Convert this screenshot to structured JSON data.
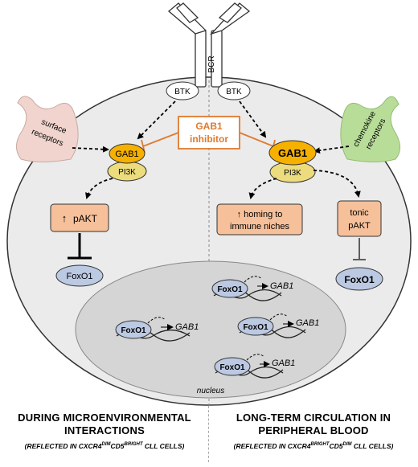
{
  "receptor": {
    "bcr": "BCR",
    "btk_left": "BTK",
    "btk_right": "BTK"
  },
  "inhibitor": {
    "line1": "GAB1",
    "line2": "inhibitor",
    "color": "#e07a2e"
  },
  "surface_receptors": {
    "line1": "surface",
    "line2": "receptors"
  },
  "chemokine_receptors": {
    "line1": "chemokine",
    "line2": "receptors"
  },
  "left": {
    "gab1": "GAB1",
    "pi3k": "PI3K",
    "pakt_arrow": "↑",
    "pakt": "pAKT",
    "foxo1": "FoxO1",
    "nucleus_foxo1": "FoxO1",
    "nucleus_gene": "GAB1"
  },
  "right": {
    "gab1": "GAB1",
    "pi3k": "PI3K",
    "homing_line1": "↑ homing to",
    "homing_line2": "immune niches",
    "tonic_line1": "tonic",
    "tonic_line2": "pAKT",
    "foxo1": "FoxO1",
    "nucleus_items": [
      {
        "foxo1": "FoxO1",
        "gene": "GAB1"
      },
      {
        "foxo1": "FoxO1",
        "gene": "GAB1"
      },
      {
        "foxo1": "FoxO1",
        "gene": "GAB1"
      }
    ]
  },
  "nucleus_label": "nucleus",
  "footer": {
    "left_line1": "DURING MICROENVIRONMENTAL",
    "left_line2": "INTERACTIONS",
    "left_sub_pre": "(REFLECTED IN CXCR4",
    "left_sub_sup1": "DIM",
    "left_sub_mid": "CD5",
    "left_sub_sup2": "BRIGHT",
    "left_sub_post": " CLL CELLS)",
    "right_line1": "LONG-TERM CIRCULATION IN",
    "right_line2": "PERIPHERAL BLOOD",
    "right_sub_pre": "(REFLECTED IN CXCR4",
    "right_sub_sup1": "BRIGHT",
    "right_sub_mid": "CD5",
    "right_sub_sup2": "DIM",
    "right_sub_post": " CLL CELLS)"
  },
  "colors": {
    "cell": "#ebebeb",
    "nucleus": "#d5d5d5",
    "gab1": "#f5b000",
    "pi3k": "#ecdc7e",
    "pakt_box": "#f6c09a",
    "foxo1": "#bcc9e3",
    "receptor_left": "#f0d4cd",
    "receptor_right": "#b8dd98"
  }
}
